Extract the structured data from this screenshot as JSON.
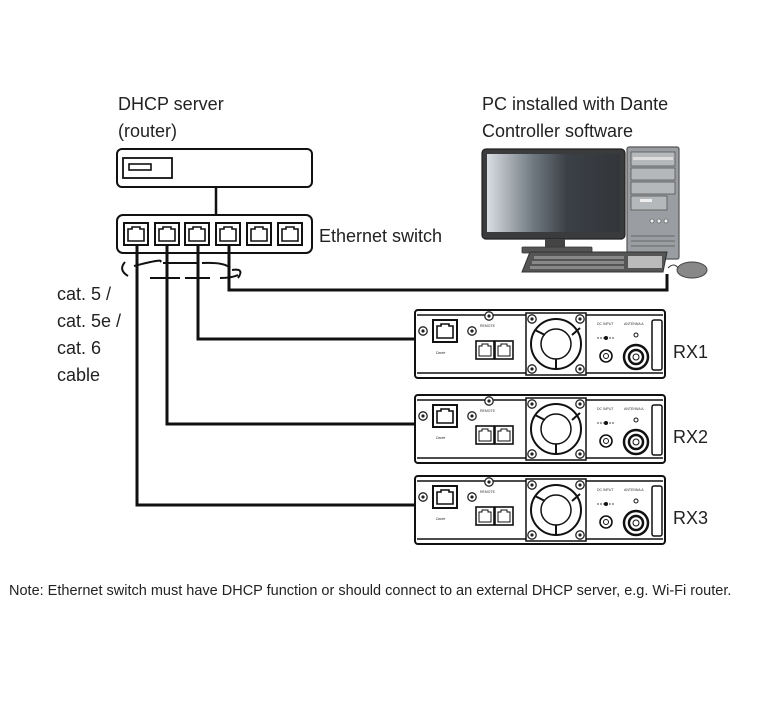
{
  "labels": {
    "dhcp_server_line1": "DHCP server",
    "dhcp_server_line2": "(router)",
    "pc_line1": "PC installed with Dante",
    "pc_line2": "Controller software",
    "ethernet_switch": "Ethernet switch",
    "cable_line1": "cat. 5 /",
    "cable_line2": "cat. 5e /",
    "cable_line3": "cat. 6",
    "cable_line4": "cable"
  },
  "receivers": [
    {
      "name": "RX1",
      "brand": "Dante",
      "remote_label": "REMOTE",
      "dc_label": "DC INPUT",
      "antenna_label": "ANTENNA A"
    },
    {
      "name": "RX2",
      "brand": "Dante",
      "remote_label": "REMOTE",
      "dc_label": "DC INPUT",
      "antenna_label": "ANTENNA A"
    },
    {
      "name": "RX3",
      "brand": "Dante",
      "remote_label": "REMOTE",
      "dc_label": "DC INPUT",
      "antenna_label": "ANTENNA A"
    }
  ],
  "switch": {
    "port_count": 6,
    "connected_ports": 4
  },
  "note": "Note: Ethernet switch must have DHCP function or should connect to an external DHCP server, e.g. Wi-Fi router."
}
